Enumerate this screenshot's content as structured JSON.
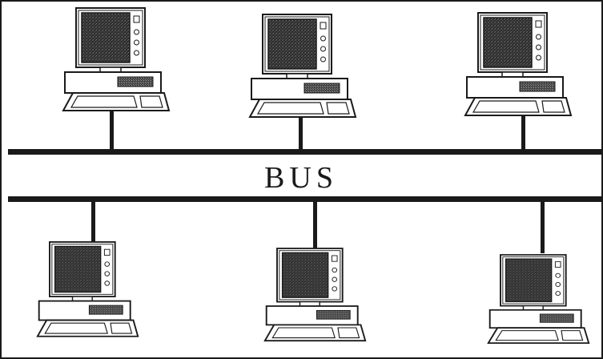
{
  "diagram": {
    "type": "bus-topology",
    "bus_label": "BUS",
    "top_row_count": 3,
    "bottom_row_count": 3,
    "colors": {
      "line": "#1a1a1a",
      "screen": "#3a3a3a",
      "casing": "#ffffff",
      "outline": "#1a1a1a",
      "background": "#ffffff"
    },
    "icon": "desktop-computer-icon"
  }
}
